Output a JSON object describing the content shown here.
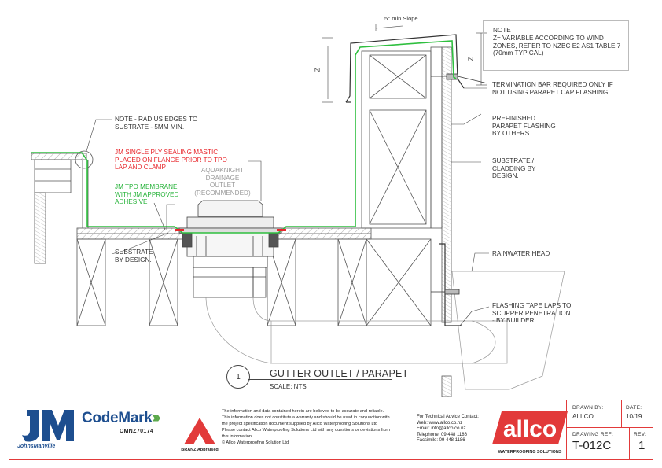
{
  "slope_label": "5° min Slope",
  "z_label": "Z",
  "note_box": {
    "heading": "NOTE",
    "text": "Z= VARIABLE ACCORDING TO WIND\nZONES, REFER TO NZBC E2 AS1 TABLE 7\n(70mm TYPICAL)"
  },
  "annotations": {
    "termination_bar": "TERMINATION BAR REQUIRED ONLY IF\nNOT USING PARAPET CAP FLASHING",
    "radius_note": "NOTE - RADIUS EDGES TO\nSUSTRATE - 5MM MIN.",
    "prefinished_flashing": "PREFINISHED\nPARAPET FLASHING\nBY OTHERS",
    "sealing_mastic": "JM SINGLE PLY SEALING MASTIC\nPLACED ON FLANGE PRIOR TO TPO\nLAP AND CLAMP",
    "tpo_membrane": "JM TPO MEMBRANE\nWITH JM APPROVED\nADHESIVE",
    "drainage_outlet": "AQUAKNIGHT\nDRAINAGE\nOUTLET\n(RECOMMENDED)",
    "substrate_cladding": "SUBSTRATE /\nCLADDING BY\nDESIGN.",
    "substrate_left": "SUBSTRATE\nBY DESIGN.",
    "rainwater_head": "RAINWATER HEAD",
    "flashing_tape": "FLASHING TAPE LAPS TO\nSCUPPER PENETRATION\n- BY BUILDER"
  },
  "title": {
    "number": "1",
    "name": "GUTTER OUTLET / PARAPET",
    "scale": "SCALE: NTS"
  },
  "title_block": {
    "jm_brand": "JohnsManville",
    "codemark": "CodeMark",
    "codemark_number": "CMNZ70174",
    "branz": "BRANZ Appraised",
    "disclaimer": "The information and data contained herein are believed to be accurate and reliable.\nThis information does not constitute a warranty and should be used in conjunction with\nthe project specification document supplied by Allco Waterproofing Solutions Ltd\nPlease contact Allco Waterproofing Solutions Ltd with any questions or deviations from\nthis information.\n© Allco Waterproofing Solution Ltd",
    "contact": "For Technical Advice Contact:\nWeb: www.allco.co.nz\nEmail: info@allco.co.nz\nTelephone: 09 448 1186\nFacsimile: 09 448 1186",
    "allco_brand": "allco",
    "allco_sub": "WATERPROOFING SOLUTIONS",
    "drawn_by_label": "DRAWN BY:",
    "drawn_by": "ALLCO",
    "date_label": "DATE:",
    "date": "10/19",
    "drawing_ref_label": "DRAWING REF:",
    "drawing_ref": "T-012C",
    "rev_label": "REV:",
    "rev": "1"
  },
  "colors": {
    "membrane": "#2fbf3f",
    "mastic": "#e8262b",
    "brand_blue": "#1d4e8f",
    "brand_red": "#e23a3a"
  }
}
